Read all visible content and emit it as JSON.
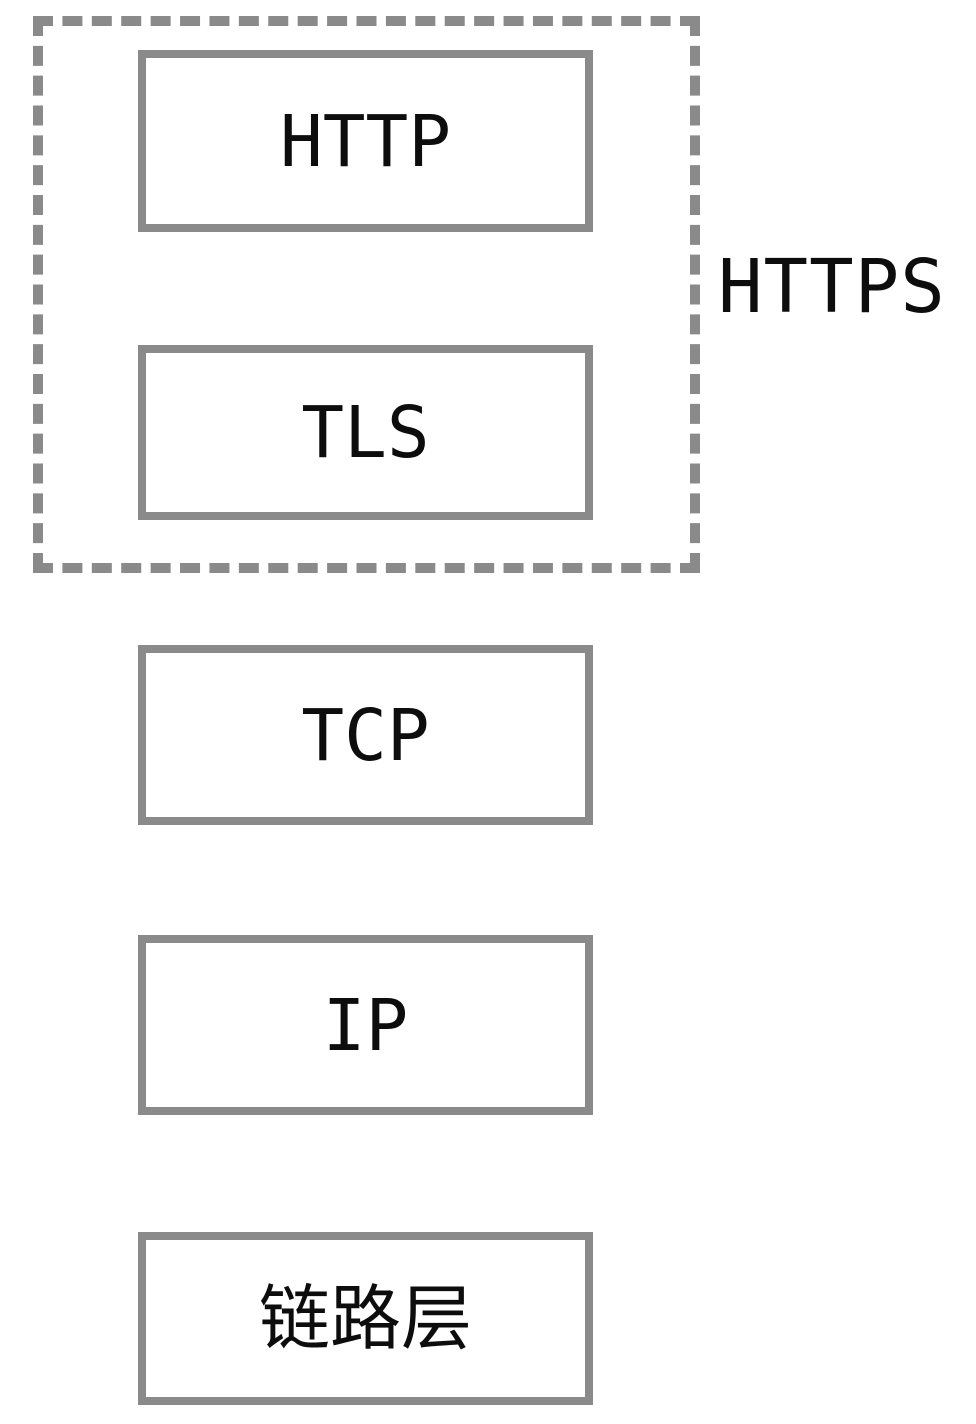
{
  "diagram": {
    "title_implicit": "HTTPS protocol stack",
    "https_group": {
      "label": "HTTPS",
      "layers": [
        {
          "id": "http",
          "label": "HTTP"
        },
        {
          "id": "tls",
          "label": "TLS"
        }
      ]
    },
    "lower_layers": [
      {
        "id": "tcp",
        "label": "TCP"
      },
      {
        "id": "ip",
        "label": "IP"
      },
      {
        "id": "link",
        "label": "链路层"
      }
    ],
    "colors": {
      "border": "#8a8a8a",
      "text": "#0d0d0d",
      "background": "#ffffff"
    }
  }
}
